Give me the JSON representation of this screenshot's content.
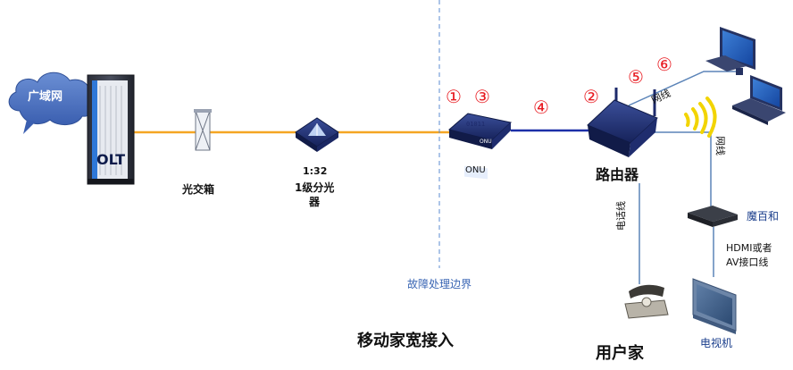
{
  "cloud": {
    "label": "广域网"
  },
  "olt": {
    "label": "OLT"
  },
  "cross_box": {
    "label": "光交箱"
  },
  "splitter": {
    "ratio": "1:32",
    "label_line1": "1级分光",
    "label_line2": "器"
  },
  "onu": {
    "label": "ONU",
    "chip_text": "01011",
    "body_text": "ONU"
  },
  "router": {
    "label": "路由器"
  },
  "fault_boundary": {
    "label": "故障处理边界"
  },
  "markers": {
    "m1": "①",
    "m2": "②",
    "m3": "③",
    "m4": "④",
    "m5": "⑤",
    "m6": "⑥"
  },
  "cables": {
    "network_cable_wifi": "网线",
    "network_cable_stb": "网线",
    "phone_line": "电话线",
    "hdmi_line1": "HDMI或者",
    "hdmi_line2": "AV接口线"
  },
  "set_top_box": {
    "label": "魔百和"
  },
  "tv": {
    "label": "电视机"
  },
  "sections": {
    "mobile_broadband": "移动家宽接入",
    "user_home": "用户家"
  },
  "colors": {
    "fiber": "#f5a623",
    "ethernet": "#1c2fa8",
    "home_cable": "#5b84b8",
    "boundary": "#5b8bd0",
    "marker": "#e8191f",
    "device_navy": "#1d2a6b",
    "wifi": "#f2d400"
  }
}
